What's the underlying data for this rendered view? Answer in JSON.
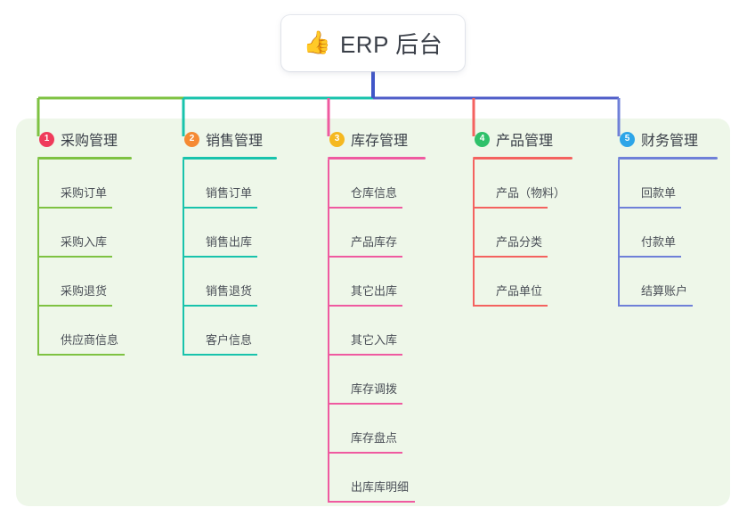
{
  "page": {
    "background": "#ffffff",
    "panel_color": "#eef7e9"
  },
  "root": {
    "icon": "thumbs-up-icon",
    "emoji": "👍",
    "title": "ERP 后台",
    "stem_color": "#4056c8"
  },
  "connector": {
    "segments": [
      {
        "name": "left-green",
        "color": "#7ec242"
      },
      {
        "name": "mid-teal",
        "color": "#18c3ac"
      },
      {
        "name": "right-indigo",
        "color": "#4f5ec8"
      }
    ]
  },
  "columns": [
    {
      "number": "1",
      "title": "采购管理",
      "badge_color": "#ef3b5b",
      "line_color": "#7ec242",
      "items": [
        {
          "label": "采购订单"
        },
        {
          "label": "采购入库"
        },
        {
          "label": "采购退货"
        },
        {
          "label": "供应商信息"
        }
      ]
    },
    {
      "number": "2",
      "title": "销售管理",
      "badge_color": "#f58a33",
      "line_color": "#18c3ac",
      "items": [
        {
          "label": "销售订单"
        },
        {
          "label": "销售出库"
        },
        {
          "label": "销售退货"
        },
        {
          "label": "客户信息"
        }
      ]
    },
    {
      "number": "3",
      "title": "库存管理",
      "badge_color": "#f5b820",
      "line_color": "#ef5aa0",
      "items": [
        {
          "label": "仓库信息"
        },
        {
          "label": "产品库存"
        },
        {
          "label": "其它出库"
        },
        {
          "label": "其它入库"
        },
        {
          "label": "库存调拨"
        },
        {
          "label": "库存盘点"
        },
        {
          "label": "出库库明细"
        }
      ]
    },
    {
      "number": "4",
      "title": "产品管理",
      "badge_color": "#2fc16a",
      "line_color": "#f4625f",
      "items": [
        {
          "label": "产品（物料）"
        },
        {
          "label": "产品分类"
        },
        {
          "label": "产品单位"
        }
      ]
    },
    {
      "number": "5",
      "title": "财务管理",
      "badge_color": "#2da5e8",
      "line_color": "#6f80d8",
      "items": [
        {
          "label": "回款单"
        },
        {
          "label": "付款单"
        },
        {
          "label": "结算账户"
        }
      ]
    }
  ]
}
